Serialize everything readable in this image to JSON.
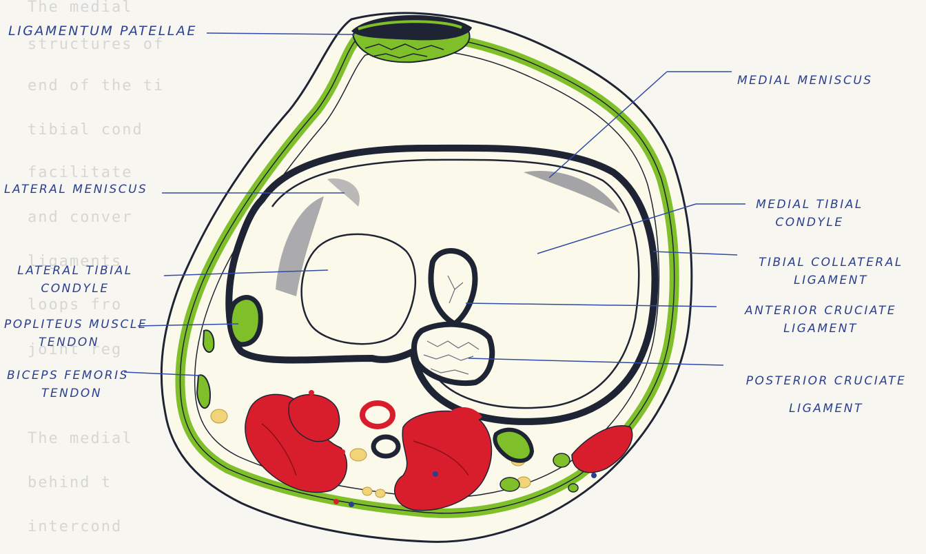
{
  "background_text_lines": [
    "The medial",
    "structures of",
    "end of the ti",
    "tibial cond",
    "facilitate",
    "and conver",
    "ligaments",
    "loops fro",
    "joint reg",
    "The medial",
    "behind t",
    "intercond"
  ],
  "labels": {
    "ligamentum_patellae": "LIGAMENTUM PATELLAE",
    "medial_meniscus": "MEDIAL MENISCUS",
    "lateral_meniscus": "LATERAL MENISCUS",
    "medial_tibial_condyle_1": "MEDIAL TIBIAL",
    "medial_tibial_condyle_2": "CONDYLE",
    "lateral_tibial_condyle_1": "LATERAL TIBIAL",
    "lateral_tibial_condyle_2": "CONDYLE",
    "tibial_collateral_1": "TIBIAL COLLATERAL",
    "tibial_collateral_2": "LIGAMENT",
    "anterior_cruciate_1": "ANTERIOR CRUCIATE",
    "anterior_cruciate_2": "LIGAMENT",
    "popliteus_1": "POPLITEUS MUSCLE",
    "popliteus_2": "TENDON",
    "biceps_1": "BICEPS FEMORIS",
    "biceps_2": "TENDON",
    "posterior_cruciate_1": "POSTERIOR CRUCIATE",
    "posterior_cruciate_2": "LIGAMENT"
  },
  "colors": {
    "ink": "#1e2433",
    "label_ink": "#2b3f8f",
    "leader_line": "#2f4aa8",
    "ligament_green": "#7fbf2a",
    "muscle_red": "#d81e2d",
    "fat_yellow": "#f1d37a",
    "skin": "#fbfaea"
  }
}
